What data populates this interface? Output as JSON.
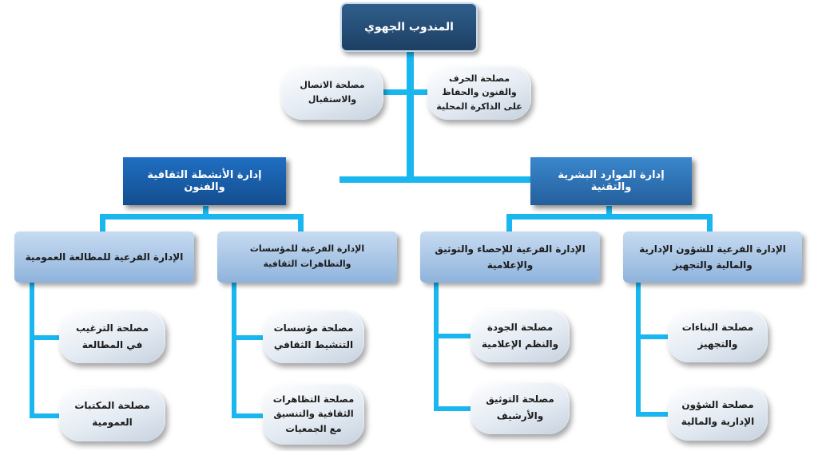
{
  "top": "المندوب الجهوي",
  "attached": [
    "مصلحة الحرف والفنون والحفاظ على الذاكرة المحلية",
    "مصلحة الاتصال والاستقبال"
  ],
  "departments": [
    {
      "name": "إدارة الموارد البشرية والتقنية",
      "subs": [
        {
          "name": "الإدارة الفرعية للشؤون الإدارية والمالية والتجهيز",
          "services": [
            "مصلحة البناءات والتجهيز",
            "مصلحة الشؤون الإدارية والمالية"
          ]
        },
        {
          "name": "الإدارة الفرعية للإحصاء والتوثيق والإعلامية",
          "services": [
            "مصلحة الجودة والنظم الإعلامية",
            "مصلحة التوثيق والأرشيف"
          ]
        }
      ]
    },
    {
      "name": "إدارة الأنشطة الثقافية والفنون",
      "subs": [
        {
          "name": "الإدارة الفرعية للمؤسسات والتظاهرات الثقافية",
          "services": [
            "مصلحة مؤسسات التنشيط الثقافي",
            "مصلحة التظاهرات الثقافية والتنسيق مع الجمعيات"
          ]
        },
        {
          "name": "الإدارة الفرعية للمطالعة العمومية",
          "services": [
            "مصلحة الترغيب في المطالعة",
            "مصلحة المكتبات العمومية"
          ]
        }
      ]
    }
  ]
}
